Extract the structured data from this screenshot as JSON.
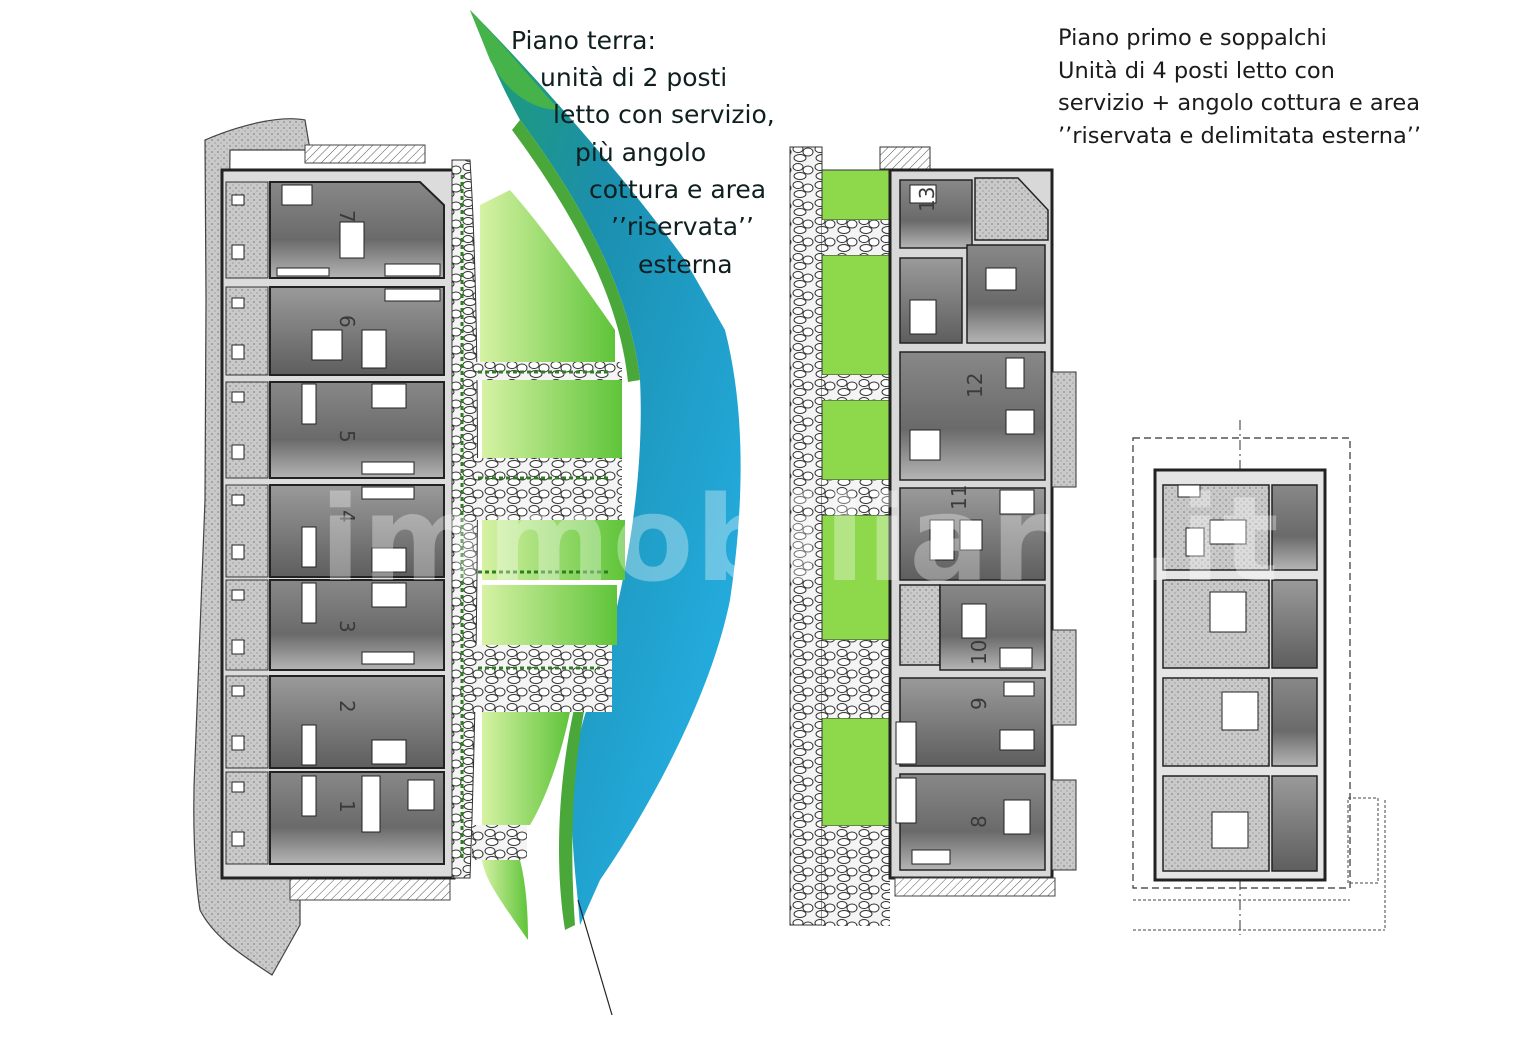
{
  "ground_floor": {
    "caption_lines": [
      "Piano terra:",
      "unità di 2 posti",
      "letto con servizio,",
      "più angolo",
      "cottura e area",
      "’’riservata’’",
      "esterna"
    ],
    "unit_numbers": [
      "7",
      "6",
      "5",
      "4",
      "3",
      "2",
      "1"
    ]
  },
  "first_floor": {
    "caption_lines": [
      "Piano primo e soppalchi",
      "Unità di 4 posti letto con",
      "servizio + angolo cottura e area",
      "’’riservata e delimitata esterna’’"
    ],
    "unit_numbers": [
      "13",
      "12",
      "11",
      "10",
      "9",
      "8"
    ]
  },
  "watermark": "immobiliare.it",
  "colors": {
    "garden_green": "#8ed84c",
    "river_blue": "#22a8e6",
    "room_grey": "#707070",
    "stone": "#bdbdbd"
  }
}
